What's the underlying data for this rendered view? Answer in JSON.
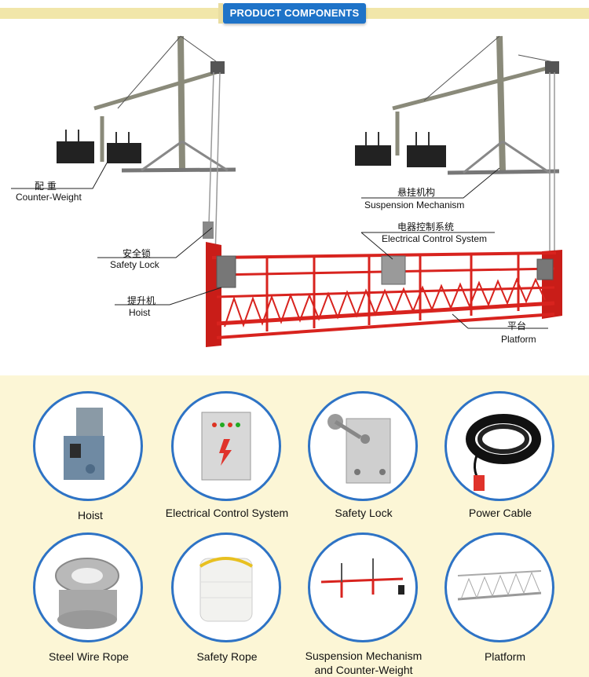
{
  "header": {
    "title": "PRODUCT COMPONENTS"
  },
  "diagram_labels": {
    "counter_weight_cn": "配   重",
    "counter_weight_en": "Counter-Weight",
    "suspension_cn": "悬挂机构",
    "suspension_en": "Suspension Mechanism",
    "electrical_cn": "电器控制系统",
    "electrical_en": "Electrical Control System",
    "safety_lock_cn": "安全锁",
    "safety_lock_en": "Safety Lock",
    "hoist_cn": "提升机",
    "hoist_en": "Hoist",
    "platform_cn": "平台",
    "platform_en": "Platform"
  },
  "components": [
    {
      "label": "Hoist"
    },
    {
      "label": "Electrical Control System"
    },
    {
      "label": "Safety Lock"
    },
    {
      "label": "Power Cable"
    },
    {
      "label": "Steel Wire Rope"
    },
    {
      "label": "Safety Rope"
    },
    {
      "label": "Suspension Mechanism"
    },
    {
      "label": "and Counter-Weight"
    },
    {
      "label": "Platform"
    }
  ],
  "colors": {
    "accent": "#1e73c8",
    "circle_border": "#2e73c5",
    "platform_red": "#d8231e",
    "bottom_bg": "#fcf6d6"
  }
}
